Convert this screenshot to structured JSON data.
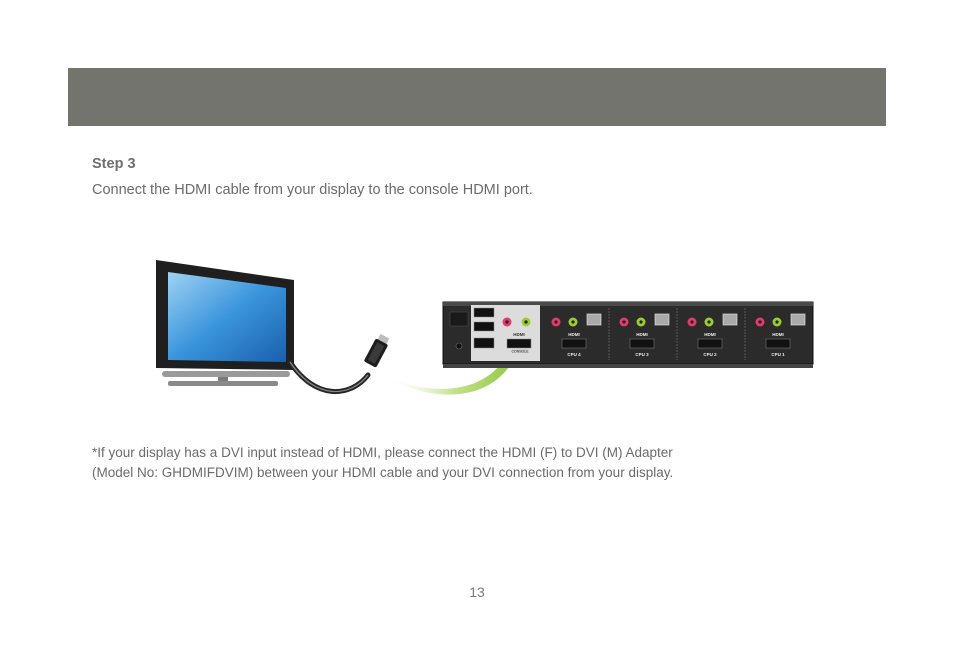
{
  "header": {
    "background": "#73746d"
  },
  "step": {
    "heading": "Step 3",
    "instruction": "Connect the HDMI cable from your display to the console HDMI port."
  },
  "kvm": {
    "console_hdmi_label": "HDMI",
    "console_label": "CONSOLE",
    "cpu_ports": [
      {
        "hdmi_label": "HDMI",
        "cpu_label": "CPU 4"
      },
      {
        "hdmi_label": "HDMI",
        "cpu_label": "CPU 3"
      },
      {
        "hdmi_label": "HDMI",
        "cpu_label": "CPU 2"
      },
      {
        "hdmi_label": "HDMI",
        "cpu_label": "CPU 1"
      }
    ],
    "arrow_color": "#8cc63f"
  },
  "note": {
    "line1": "*If your display has a DVI input instead of HDMI, please connect the HDMI (F) to DVI (M) Adapter",
    "line2": "(Model No: GHDMIFDVIM) between your HDMI cable and your DVI connection from your display."
  },
  "page_number": "13"
}
